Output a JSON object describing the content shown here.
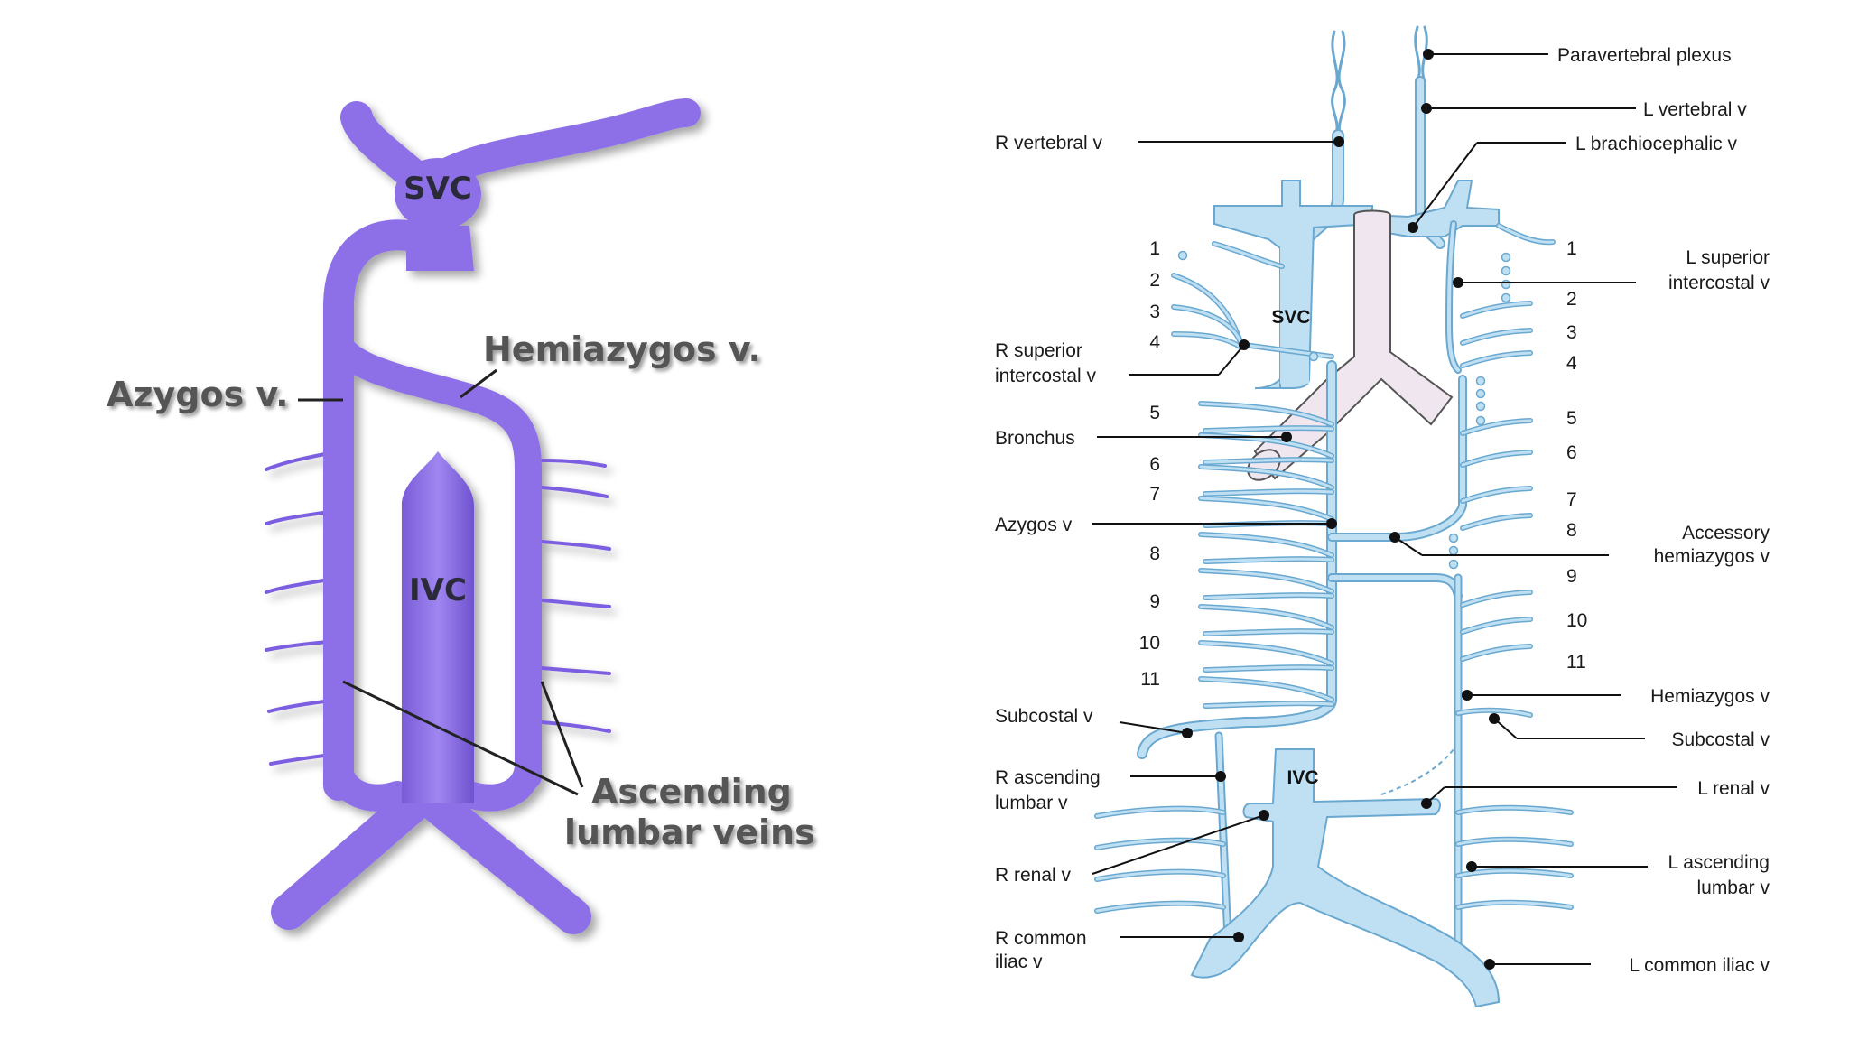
{
  "left_diagram": {
    "svc": "SVC",
    "ivc": "IVC",
    "azygos": "Azygos v.",
    "hemiazygos": "Hemiazygos v.",
    "ascending_line1": "Ascending",
    "ascending_line2": "lumbar veins",
    "vessel_color": "#8d6fe8"
  },
  "right_diagram": {
    "svc": "SVC",
    "ivc": "IVC",
    "vessel_color": "#bfe0f3",
    "trachea_color": "#efe6ef",
    "left_labels": {
      "r_vertebral": "R vertebral v",
      "r_sup_intercostal_1": "R superior",
      "r_sup_intercostal_2": "intercostal v",
      "bronchus": "Bronchus",
      "azygos": "Azygos v",
      "subcostal": "Subcostal v",
      "r_asc_lumbar_1": "R ascending",
      "r_asc_lumbar_2": "lumbar v",
      "r_renal": "R renal v",
      "r_common_iliac_1": "R common",
      "r_common_iliac_2": "iliac v"
    },
    "right_labels": {
      "paravertebral": "Paravertebral plexus",
      "l_vertebral": "L vertebral v",
      "l_brachiocephalic": "L brachiocephalic v",
      "l_sup_intercostal_1": "L superior",
      "l_sup_intercostal_2": "intercostal v",
      "accessory_1": "Accessory",
      "accessory_2": "hemiazygos v",
      "hemiazygos": "Hemiazygos v",
      "subcostal": "Subcostal v",
      "l_renal": "L renal v",
      "l_asc_lumbar_1": "L ascending",
      "l_asc_lumbar_2": "lumbar v",
      "l_common_iliac": "L common iliac v"
    },
    "left_numbers": [
      "1",
      "2",
      "3",
      "4",
      "5",
      "6",
      "7",
      "8",
      "9",
      "10",
      "11"
    ],
    "right_numbers": [
      "1",
      "2",
      "3",
      "4",
      "5",
      "6",
      "7",
      "8",
      "9",
      "10",
      "11"
    ]
  }
}
